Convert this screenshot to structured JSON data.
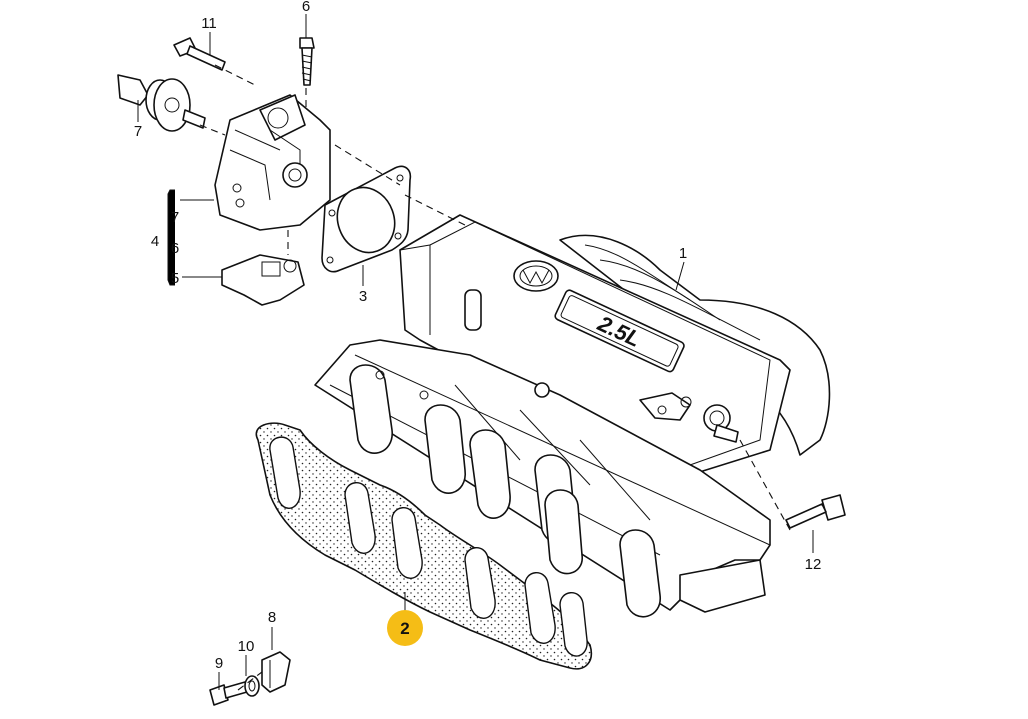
{
  "callouts": {
    "c1": "1",
    "c2": "2",
    "c3": "3",
    "c4": "4",
    "c5": "5",
    "c6a": "6",
    "c6b": "6",
    "c7a": "7",
    "c7b": "7",
    "c8": "8",
    "c9": "9",
    "c10": "10",
    "c11": "11",
    "c12": "12"
  },
  "manifold_badge": "2.5L",
  "highlight": {
    "part": "2",
    "color": "#f5bd16"
  }
}
